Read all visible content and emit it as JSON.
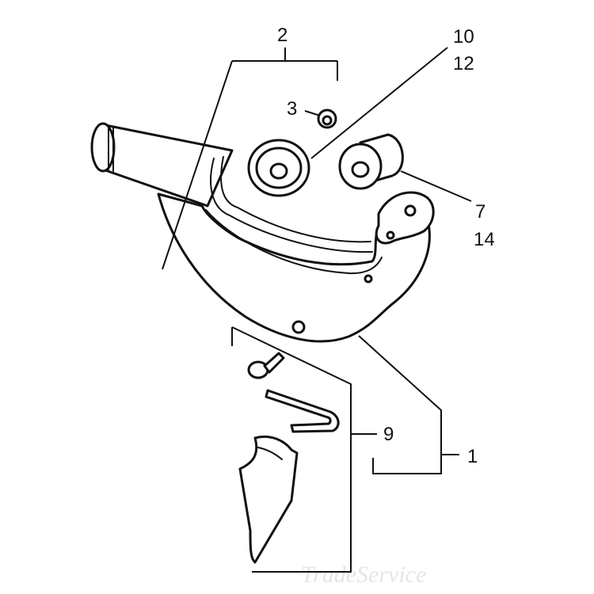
{
  "callouts": {
    "c2": "2",
    "c3": "3",
    "c10": "10",
    "c12": "12",
    "c7": "7",
    "c14": "14",
    "c9": "9",
    "c1": "1"
  },
  "watermark": "TradeService"
}
